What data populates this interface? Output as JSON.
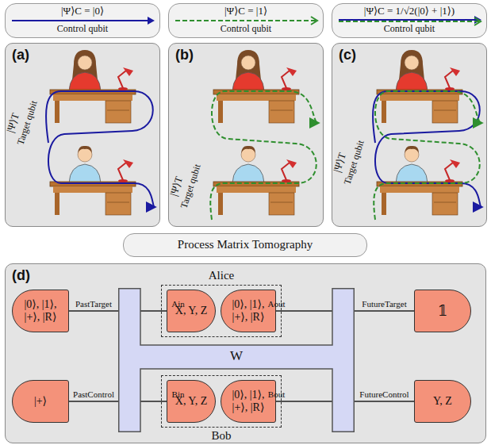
{
  "diagram": {
    "nodes": [
      {
        "text": [
          "|Ψ⟩C = |0⟩",
          "Control qubit"
        ]
      },
      {
        "text": [
          "|Ψ⟩C = |1⟩",
          "Control qubit"
        ]
      },
      {
        "text": [
          "|Ψ⟩C = 1/√2(|0⟩ + |1⟩)",
          "Control qubit"
        ]
      },
      {
        "text": [
          "(a)",
          "|Ψ⟩T",
          "Target qubit"
        ]
      },
      {
        "text": [
          "(b)",
          "|Ψ⟩T",
          "Target qubit"
        ]
      },
      {
        "text": [
          "(c)",
          "|Ψ⟩T",
          "Target qubit"
        ]
      },
      {
        "text": [
          "Process Matrix Tomography"
        ]
      },
      {
        "text": [
          "(d)"
        ]
      },
      {
        "text": [
          "|0⟩, |1⟩, |+⟩, |R⟩"
        ],
        "in": 7
      },
      {
        "text": [
          "Alice"
        ],
        "in": 7
      },
      {
        "text": [
          "X, Y, Z"
        ],
        "in": 9
      },
      {
        "text": [
          "|0⟩, |1⟩, |+⟩, |R⟩"
        ],
        "in": 9
      },
      {
        "text": [
          "𝟙"
        ],
        "in": 7
      },
      {
        "text": [
          "W"
        ],
        "in": 7
      },
      {
        "text": [
          "|+⟩"
        ],
        "in": 7
      },
      {
        "text": [
          "Bob"
        ],
        "in": 7
      },
      {
        "text": [
          "X, Y, Z"
        ],
        "in": 15
      },
      {
        "text": [
          "|0⟩, |1⟩, |+⟩, |R⟩"
        ],
        "in": 15
      },
      {
        "text": [
          "Y, Z"
        ],
        "in": 7
      }
    ],
    "edges": [
      {
        "from": 8,
        "to": 13,
        "arrow": "none",
        "label": "PastTarget"
      },
      {
        "from": 13,
        "to": 10,
        "arrow": "none",
        "label": "Ain"
      },
      {
        "from": 11,
        "to": 13,
        "arrow": "none",
        "label": "Aout"
      },
      {
        "from": 13,
        "to": 12,
        "arrow": "none",
        "label": "FutureTarget"
      },
      {
        "from": 14,
        "to": 13,
        "arrow": "none",
        "label": "PastControl"
      },
      {
        "from": 13,
        "to": 16,
        "arrow": "none",
        "label": "Bin"
      },
      {
        "from": 17,
        "to": 13,
        "arrow": "none",
        "label": "Bout"
      },
      {
        "from": 13,
        "to": 18,
        "arrow": "none",
        "label": "FutureControl"
      }
    ]
  }
}
